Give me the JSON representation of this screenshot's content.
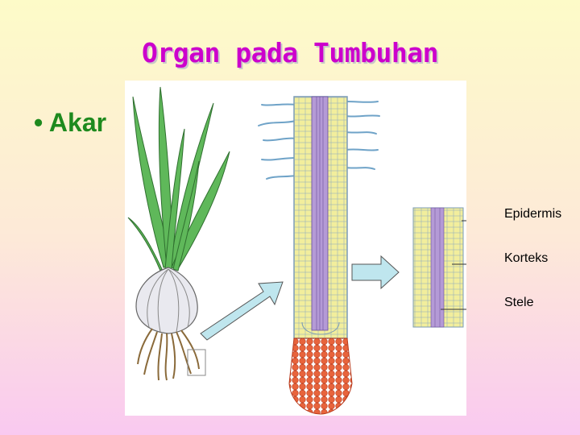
{
  "slide": {
    "title": "Organ pada Tumbuhan",
    "bullet": "• Akar"
  },
  "labels": {
    "epidermis": "Epidermis",
    "korteks": "Korteks",
    "stele": "Stele"
  },
  "colors": {
    "title": "#cc00cc",
    "bullet": "#1e8a1e",
    "arrow_fill": "#bfe6ee",
    "root_hair": "#6fa3c8",
    "cortex": "#f2ee9c",
    "stele": "#b49ad6",
    "root_cap": "#e8643c"
  }
}
